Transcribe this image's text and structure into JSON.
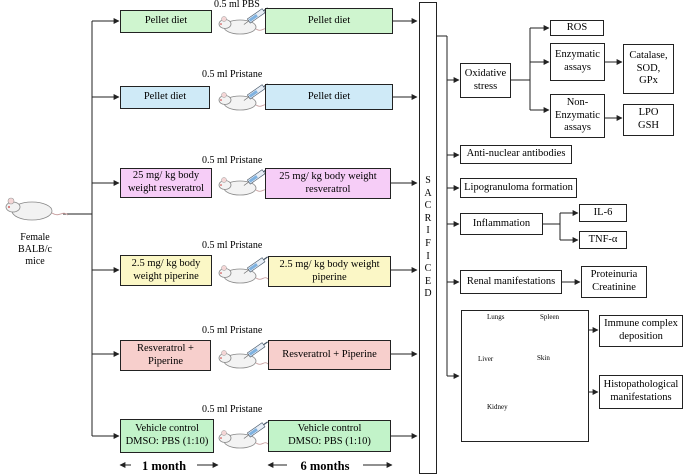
{
  "colors": {
    "pellet_green": "#cff5cf",
    "pellet_blue": "#cfeaf7",
    "resveratrol_pink": "#f6cdf7",
    "piperine_yellow": "#fbf7c6",
    "combo_salmon": "#f7cfcc",
    "vehicle_green": "#c2f3c9",
    "line": "#222222"
  },
  "start": {
    "label": "Female\nBALB/c\nmice",
    "icon": "mouse-icon"
  },
  "injection_icon": "syringe-mouse-icon",
  "groups": [
    {
      "left": "Pellet diet",
      "injection": "0.5 ml PBS",
      "right": "Pellet diet"
    },
    {
      "left": "Pellet diet",
      "injection": "0.5 ml Pristane",
      "right": "Pellet diet"
    },
    {
      "left": "25 mg/ kg body\nweight resveratrol",
      "injection": "0.5 ml Pristane",
      "right": "25 mg/ kg body weight\nresveratrol"
    },
    {
      "left": "2.5 mg/ kg body\nweight piperine",
      "injection": "0.5 ml Pristane",
      "right": "2.5 mg/ kg body weight\npiperine"
    },
    {
      "left": "Resveratrol +\nPiperine",
      "injection": "0.5 ml Pristane",
      "right": "Resveratrol + Piperine"
    },
    {
      "left": "Vehicle control\nDMSO: PBS (1:10)",
      "injection": "0.5 ml Pristane",
      "right": "Vehicle control\nDMSO: PBS (1:10)"
    }
  ],
  "sacrificed": "S\nA\nC\nR\nI\nF\nI\nC\nE\nD",
  "durations": {
    "first": "1 month",
    "second": "6 months"
  },
  "outcomes": {
    "oxidative_stress": "Oxidative\nstress",
    "ros": "ROS",
    "enzymatic": "Enzymatic\nassays",
    "enzymatic_items": "Catalase,\nSOD,\nGPx",
    "non_enzymatic": "Non-\nEnzymatic\nassays",
    "non_enzymatic_items": "LPO\nGSH",
    "ana": "Anti-nuclear antibodies",
    "lipogranuloma": "Lipogranuloma formation",
    "inflammation": "Inflammation",
    "il6": "IL-6",
    "tnf": "TNF-α",
    "renal": "Renal manifestations",
    "renal_items": "Proteinuria\nCreatinine",
    "immune_complex": "Immune complex\ndeposition",
    "histopathology": "Histopathological\nmanifestations"
  },
  "organs": {
    "lungs": "Lungs",
    "spleen": "Spleen",
    "liver": "Liver",
    "skin": "Skin",
    "kidney": "Kidney"
  }
}
